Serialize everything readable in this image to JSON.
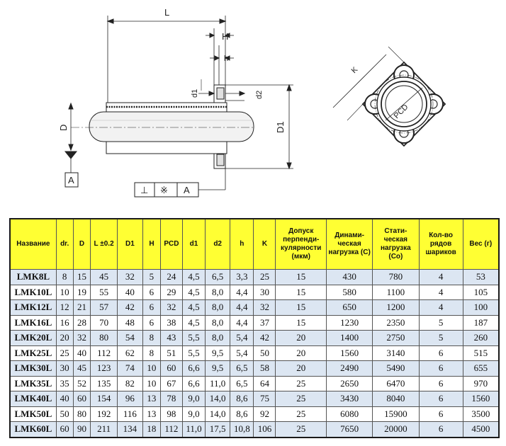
{
  "drawing": {
    "labels": {
      "L": "L",
      "H": "H",
      "h": "h",
      "d1": "d1",
      "d2": "d2",
      "D": "D",
      "D1": "D1",
      "K": "K",
      "PCD": "PCD",
      "datum": "A",
      "frame_perp": "⊥",
      "frame_sym": "※",
      "frame_ref": "A"
    }
  },
  "table": {
    "headers": [
      "Название",
      "dr.",
      "D",
      "L ±0.2",
      "D1",
      "H",
      "PCD",
      "d1",
      "d2",
      "h",
      "K",
      "Допуск перпенди-кулярности (мкм)",
      "Динами-ческая нагрузка (C)",
      "Стати-ческая нагрузка (Co)",
      "Кол-во рядов шариков",
      "Вес (г)"
    ],
    "rows": [
      [
        "LMK8L",
        "8",
        "15",
        "45",
        "32",
        "5",
        "24",
        "4,5",
        "6,5",
        "3,3",
        "25",
        "15",
        "430",
        "780",
        "4",
        "53"
      ],
      [
        "LMK10L",
        "10",
        "19",
        "55",
        "40",
        "6",
        "29",
        "4,5",
        "8,0",
        "4,4",
        "30",
        "15",
        "580",
        "1100",
        "4",
        "105"
      ],
      [
        "LMK12L",
        "12",
        "21",
        "57",
        "42",
        "6",
        "32",
        "4,5",
        "8,0",
        "4,4",
        "32",
        "15",
        "650",
        "1200",
        "4",
        "100"
      ],
      [
        "LMK16L",
        "16",
        "28",
        "70",
        "48",
        "6",
        "38",
        "4,5",
        "8,0",
        "4,4",
        "37",
        "15",
        "1230",
        "2350",
        "5",
        "187"
      ],
      [
        "LMK20L",
        "20",
        "32",
        "80",
        "54",
        "8",
        "43",
        "5,5",
        "8,0",
        "5,4",
        "42",
        "20",
        "1400",
        "2750",
        "5",
        "260"
      ],
      [
        "LMK25L",
        "25",
        "40",
        "112",
        "62",
        "8",
        "51",
        "5,5",
        "9,5",
        "5,4",
        "50",
        "20",
        "1560",
        "3140",
        "6",
        "515"
      ],
      [
        "LMK30L",
        "30",
        "45",
        "123",
        "74",
        "10",
        "60",
        "6,6",
        "9,5",
        "6,5",
        "58",
        "20",
        "2490",
        "5490",
        "6",
        "655"
      ],
      [
        "LMK35L",
        "35",
        "52",
        "135",
        "82",
        "10",
        "67",
        "6,6",
        "11,0",
        "6,5",
        "64",
        "25",
        "2650",
        "6470",
        "6",
        "970"
      ],
      [
        "LMK40L",
        "40",
        "60",
        "154",
        "96",
        "13",
        "78",
        "9,0",
        "14,0",
        "8,6",
        "75",
        "25",
        "3430",
        "8040",
        "6",
        "1560"
      ],
      [
        "LMK50L",
        "50",
        "80",
        "192",
        "116",
        "13",
        "98",
        "9,0",
        "14,0",
        "8,6",
        "92",
        "25",
        "6080",
        "15900",
        "6",
        "3500"
      ],
      [
        "LMK60L",
        "60",
        "90",
        "211",
        "134",
        "18",
        "112",
        "11,0",
        "17,5",
        "10,8",
        "106",
        "25",
        "7650",
        "20000",
        "6",
        "4500"
      ]
    ]
  }
}
